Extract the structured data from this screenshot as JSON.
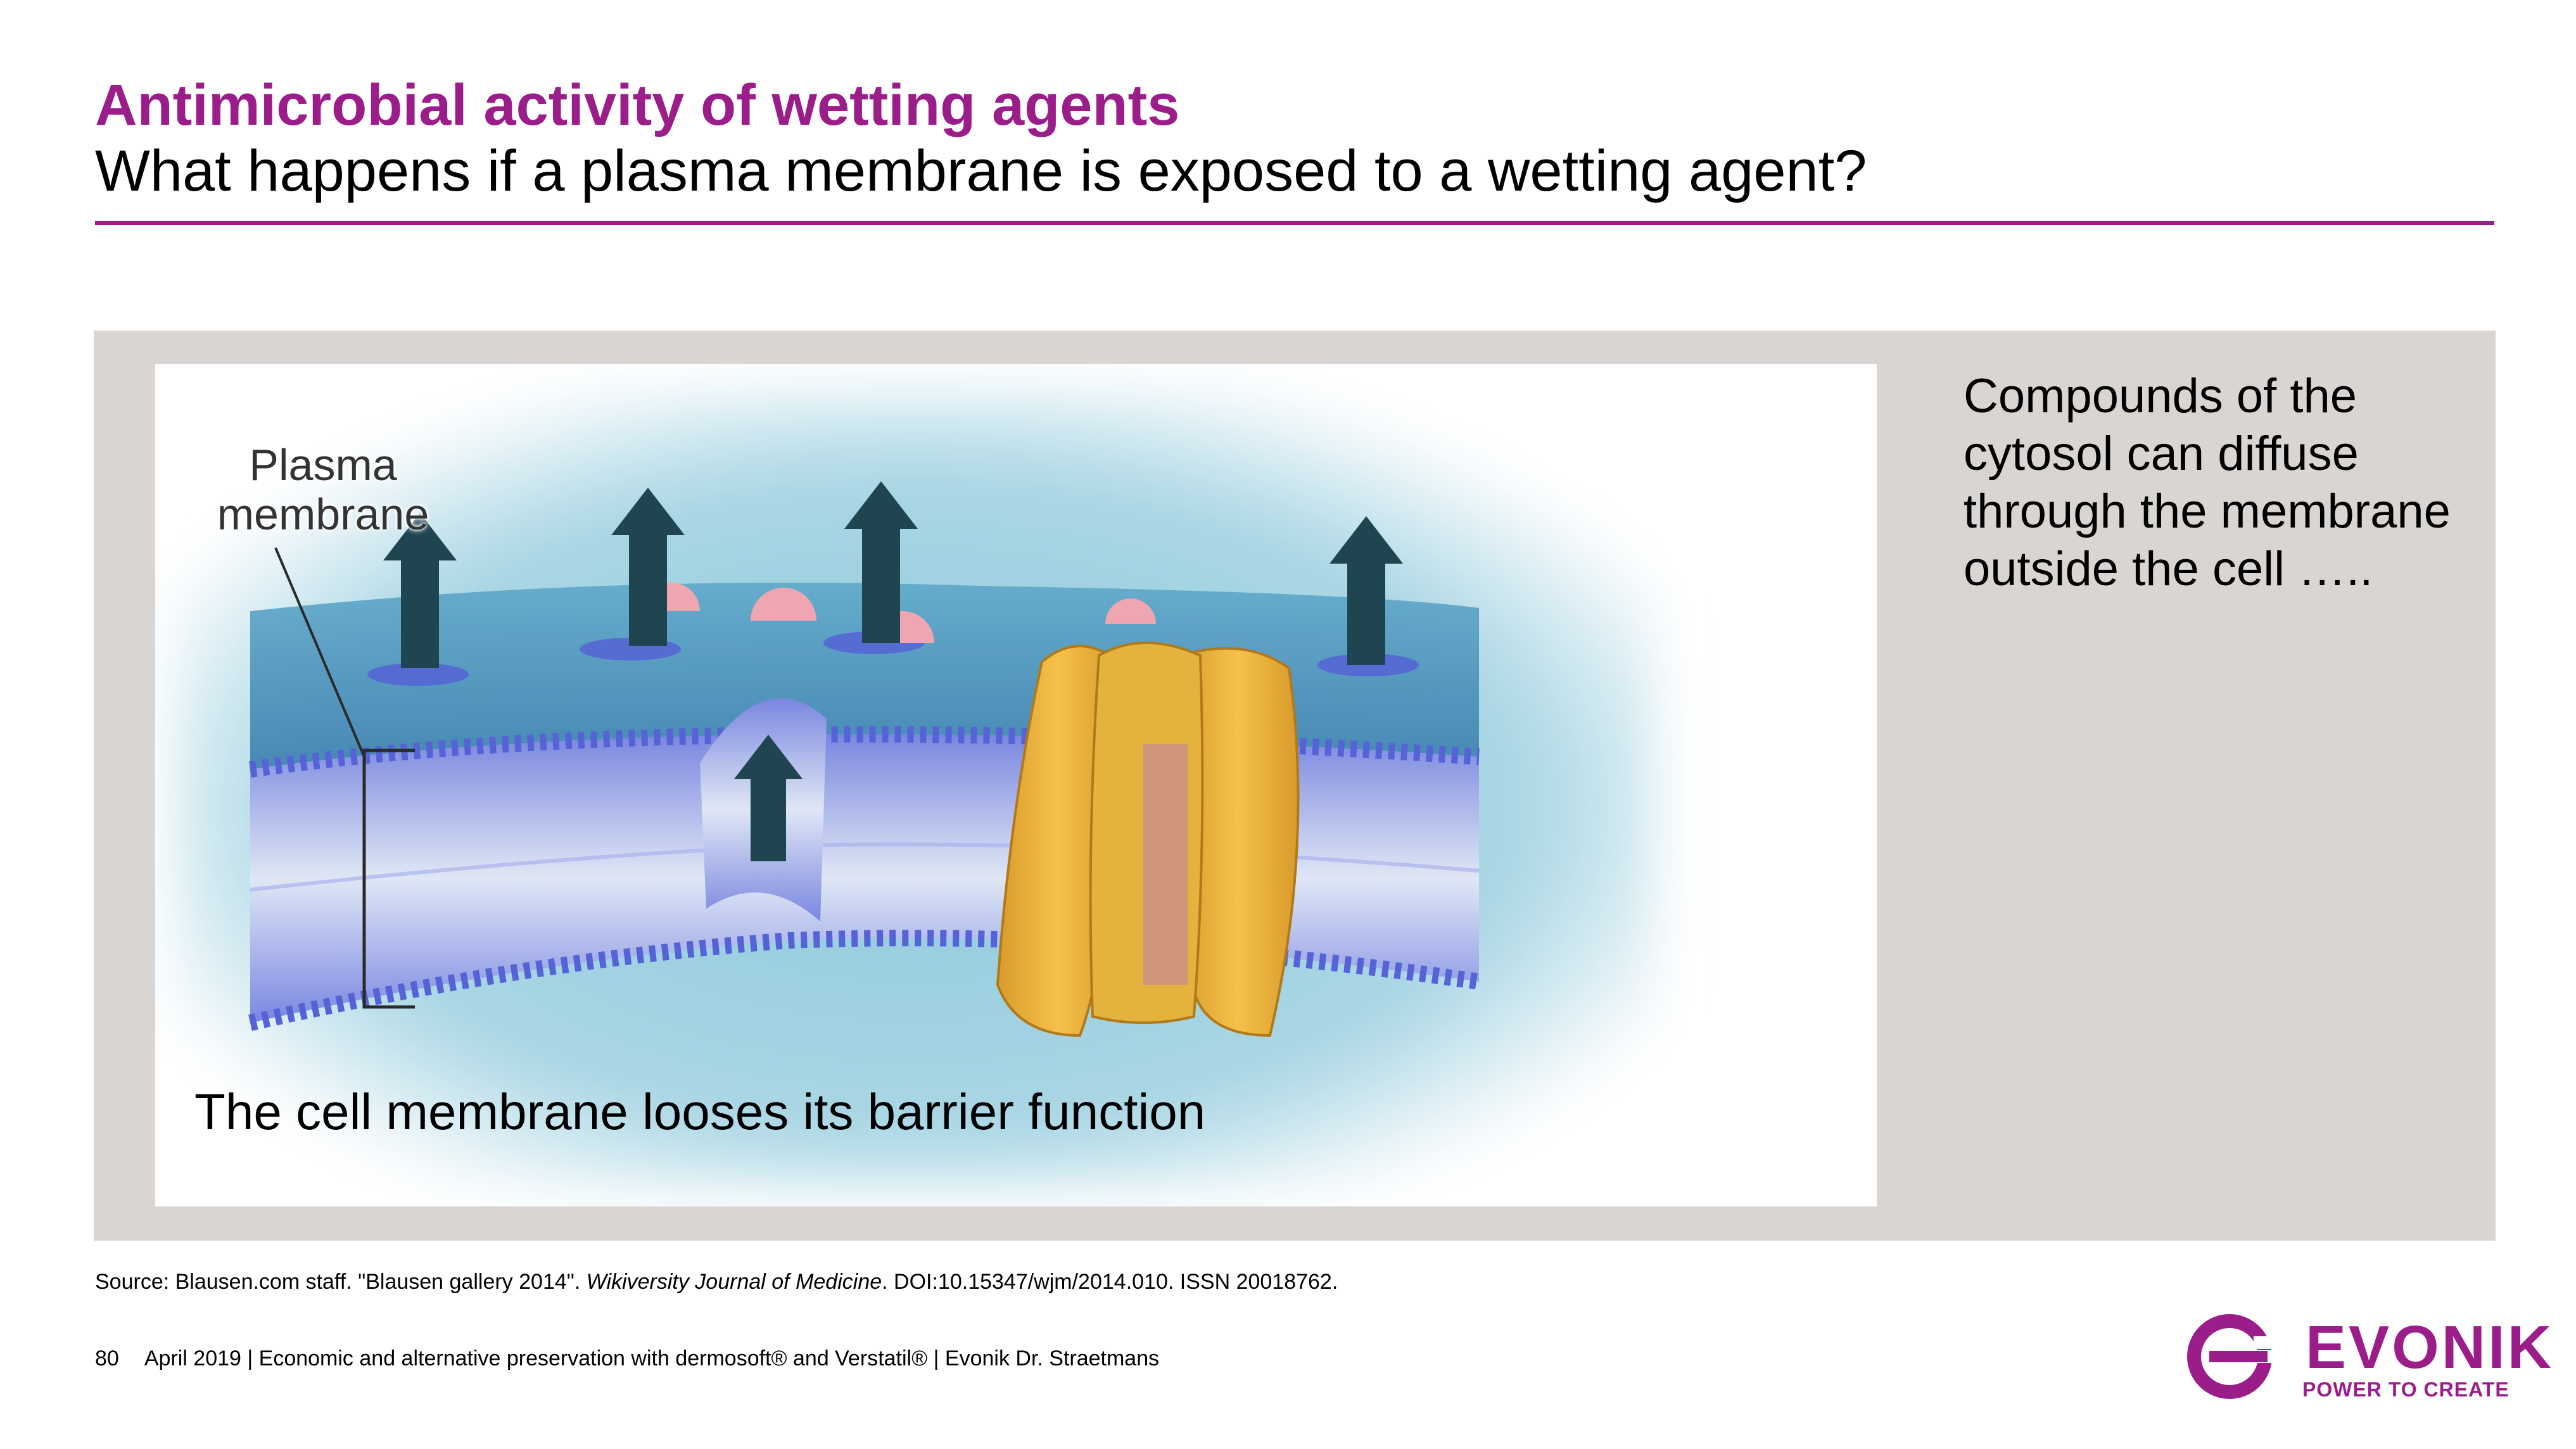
{
  "header": {
    "title": "Antimicrobial activity of wetting agents",
    "subtitle": "What happens if a plasma membrane is exposed to a wetting agent?"
  },
  "figure": {
    "label": "Plasma membrane",
    "caption": "The cell membrane looses its barrier function"
  },
  "side_text": "Compounds of the cytosol can diffuse through the membrane outside the cell …..",
  "source": {
    "prefix": "Source: Blausen.com staff. \"Blausen gallery 2014\". ",
    "journal": "Wikiversity Journal of Medicine",
    "suffix": ". DOI:10.15347/wjm/2014.010. ISSN 20018762."
  },
  "footer": {
    "page_number": "80",
    "text": "April 2019  |  Economic and alternative preservation with dermosoft® and Verstatil®  |  Evonik Dr. Straetmans"
  },
  "logo": {
    "wordmark": "EVONIK",
    "tagline": "POWER TO CREATE"
  },
  "colors": {
    "brand_purple": "#9b1d8a",
    "panel_gray": "#d8d5d2",
    "arrow_teal": "#1e4550"
  }
}
